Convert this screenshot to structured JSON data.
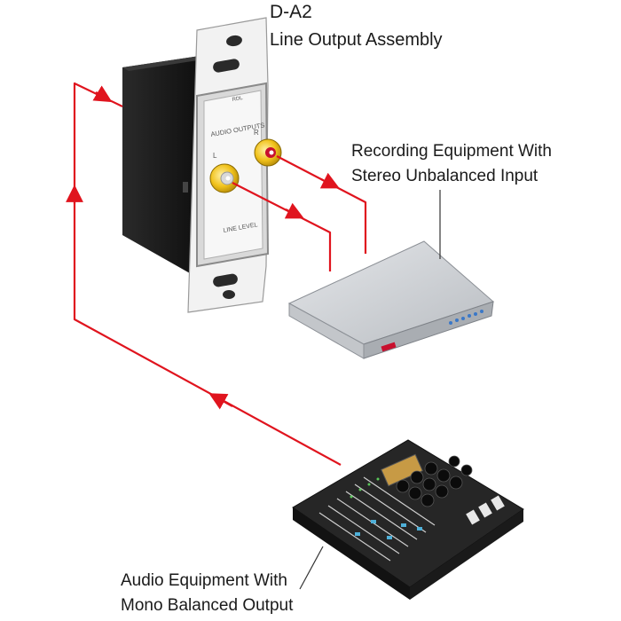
{
  "device": {
    "model": "D-A2",
    "description": "Line Output Assembly",
    "plate_brand": "RDL",
    "plate_heading": "AUDIO OUTPUTS",
    "left_label": "L",
    "right_label": "R",
    "level_label": "LINE LEVEL"
  },
  "recorder_label": {
    "line1": "Recording Equipment With",
    "line2": "Stereo Unbalanced Input"
  },
  "mixer_label": {
    "line1": "Audio Equipment With",
    "line2": "Mono Balanced Output"
  },
  "colors": {
    "cable": "#e0141e",
    "jack_gold": "#f1c21b",
    "box_black": "#1c1c1c",
    "recorder_gray": "#c9ccd0",
    "mixer_dark": "#2b2b2b"
  }
}
